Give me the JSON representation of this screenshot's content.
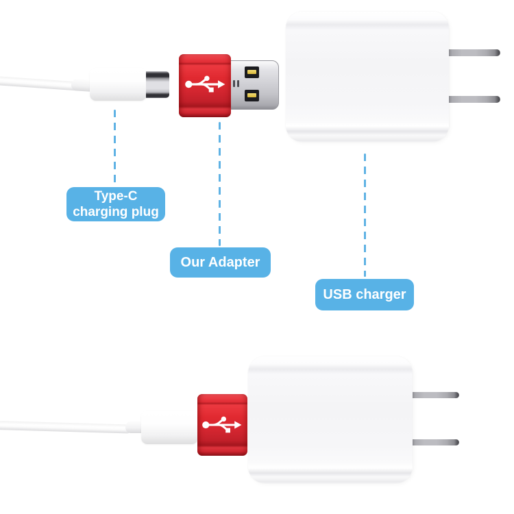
{
  "colors": {
    "label_blue": "#58b2e6",
    "dash_blue": "#5fb2e4",
    "adapter_red": "#e02930",
    "metal_gray": "#c9c9ce",
    "prong_gray": "#9a9a9f",
    "charger_white": "#f5f5f7",
    "text_white": "#ffffff"
  },
  "icons": {
    "usb_trident": "usb-trident-icon"
  },
  "callouts": {
    "typec": {
      "line1": "Type-C",
      "line2": "charging plug"
    },
    "adapter": {
      "label": "Our Adapter"
    },
    "charger": {
      "label": "USB charger"
    }
  }
}
